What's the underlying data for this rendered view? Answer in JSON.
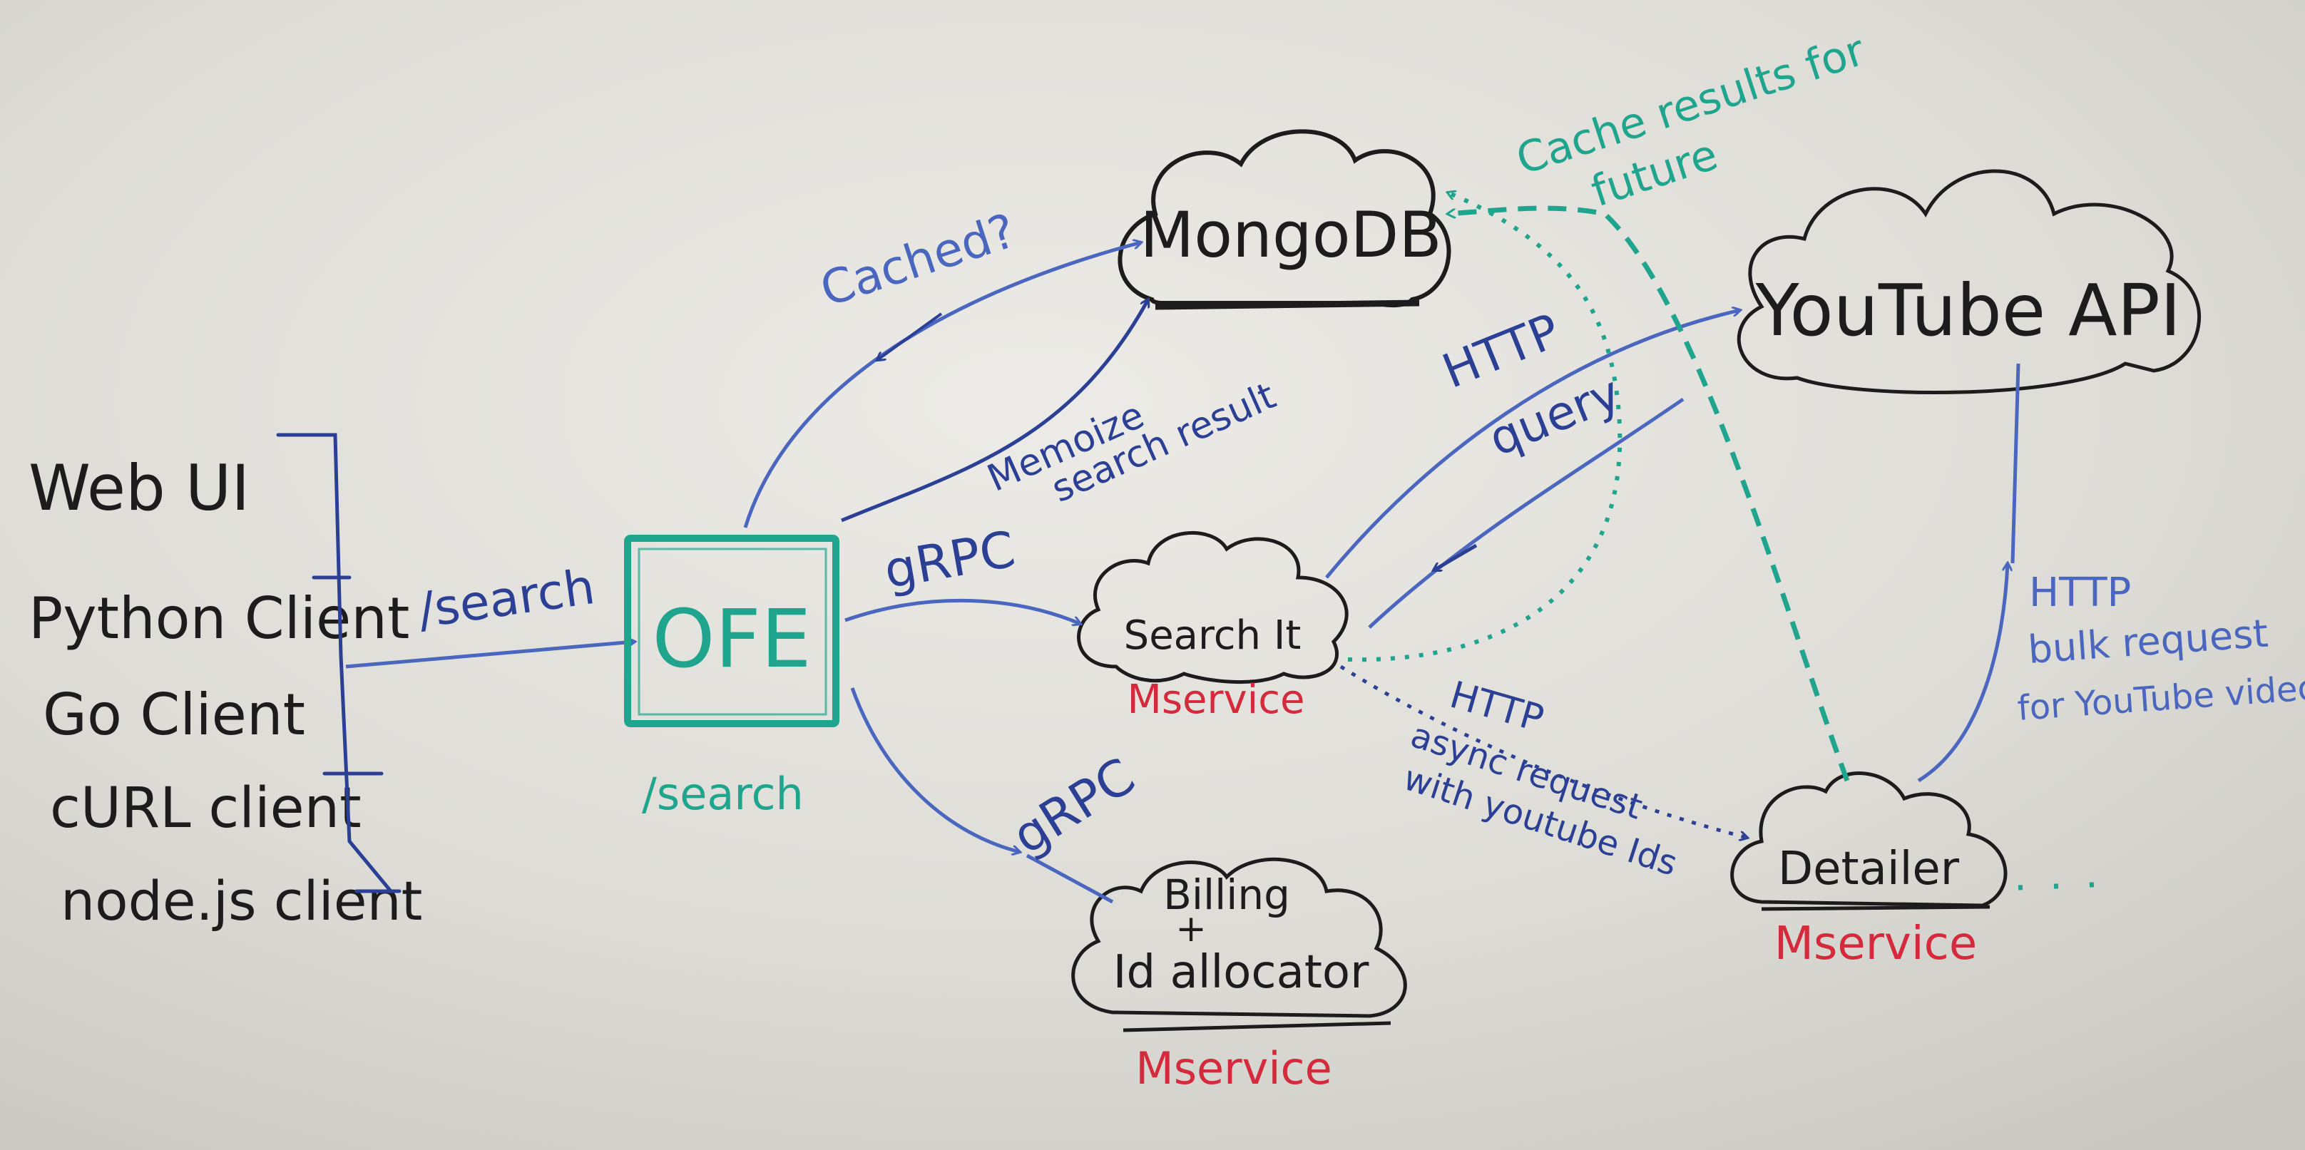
{
  "clients": [
    {
      "id": "web-ui",
      "label": "Web UI"
    },
    {
      "id": "python-client",
      "label": "Python Client"
    },
    {
      "id": "go-client",
      "label": "Go Client"
    },
    {
      "id": "curl-client",
      "label": "cURL client"
    },
    {
      "id": "nodejs-client",
      "label": "node.js client"
    }
  ],
  "nodes": {
    "ofe": "OFE",
    "ofe_route": "/search",
    "mongodb": "MongoDB",
    "youtube_api": "YouTube API",
    "searchit": "Search It",
    "searchit_tag": "Mservice",
    "billing_line1": "Billing",
    "billing_plus": "+",
    "billing_line2": "Id allocator",
    "billing_tag": "Mservice",
    "detailer": "Detailer",
    "detailer_tag": "Mservice"
  },
  "edges": {
    "clients_to_ofe": "/search",
    "ofe_to_searchit": "gRPC",
    "ofe_to_billing": "gRPC",
    "ofe_mongo_query": "Cached?",
    "memoize_line1": "Memoize",
    "memoize_line2": "search result",
    "searchit_youtube_1": "HTTP",
    "searchit_youtube_2": "query",
    "searchit_detailer_1": "HTTP",
    "searchit_detailer_2": "async request",
    "searchit_detailer_3": "with youtube Ids",
    "detailer_youtube_1": "HTTP",
    "detailer_youtube_2": "bulk request",
    "detailer_youtube_3": "for YouTube videos",
    "cache_note_1": "Cache results for",
    "cache_note_2": "future"
  },
  "colors": {
    "board": "#d9d8d3",
    "black_marker": "#1c1c1c",
    "blue_marker": "#2b3f95",
    "light_blue_marker": "#4a66bf",
    "teal_marker": "#1fa58d",
    "red_marker": "#d42a3c"
  }
}
